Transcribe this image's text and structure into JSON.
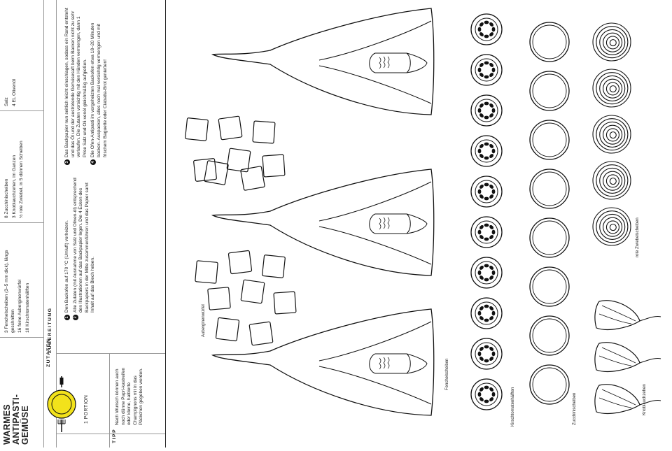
{
  "recipe": {
    "title_lines": [
      "WARMES",
      "ANTIPASTI-",
      "GEMÜSE"
    ],
    "portion": "1 PORTION",
    "tip_label": "TIPP",
    "tip_text": "Nach Wunsch können auch noch dünne Papri-kastreifen oder kleine, halbierte Champignons mit in das Päckchen gegeben werden.",
    "ingredients_label": "ZUTATEN",
    "ingredients_col1": [
      "3 Fenchelscheiben (3–5 mm dick), längs geschnitten",
      "16 feine Auberginenwürfel",
      "10 Kirschtomatenhälften"
    ],
    "ingredients_col2": [
      "8 Zucchinischeiben",
      "3 Knoblauchzehen, im Ganzen",
      "½ rote Zwiebel, in 5 dünnen Scheiben"
    ],
    "ingredients_col3": [
      "Salz",
      "4 EL Olivenöl"
    ],
    "preparation_label": "ZUBEREITUNG",
    "steps": [
      {
        "n": "1",
        "text": "Den Backofen auf 170 °C (Umluft) vorheizen."
      },
      {
        "n": "2",
        "text": "Alle Zutaten (mit Ausnahme von Salz und Oliven-öl) entsprechend den Illustrationen auf das Backpapier legen. Die 4 Ecken des Backpapiers in der Mitte zusammenführen und das Papier samt Inhalt auf das Blech heben."
      },
      {
        "n": "3",
        "text": "Das Backpapier nun seitlich leicht einschlagen, sodass ein Rand entsteht und das Öl und der austretende Gemüsesaft beim Backen nicht zu sehr verlaufen. Die Zutaten vorsichtig mit den Händen vermengen, dann 1 Prise Salz und Oli-venöl gleichmäßig aufgießen."
      },
      {
        "n": "4",
        "text": "Die Ofen-Antipasti im vorgeheizten Backofen etwa 18–20 Minuten backen. Auspacken, alles noch mal vorsichtig vermengen und mit frischem Baguette oder Ciabatta-Brot genießen!"
      }
    ]
  },
  "illustrations": {
    "labels": {
      "aubergine": "Auberginenwürfel",
      "fennel": "Fenchelscheiben",
      "tomato": "Kirschtomatenhälften",
      "zucchini": "Zucchinischeiben",
      "onion": "rote Zwiebelscheiben",
      "garlic": "Knoblauchzehen"
    },
    "counts": {
      "fennel": 3,
      "aubergine": 16,
      "tomato": 10,
      "zucchini": 8,
      "onion": 5,
      "garlic": 3
    }
  },
  "colors": {
    "accent_yellow": "#f2e21b",
    "ink": "#111111"
  },
  "icons": [
    "plate-icon",
    "fork-icon",
    "knife-icon"
  ]
}
